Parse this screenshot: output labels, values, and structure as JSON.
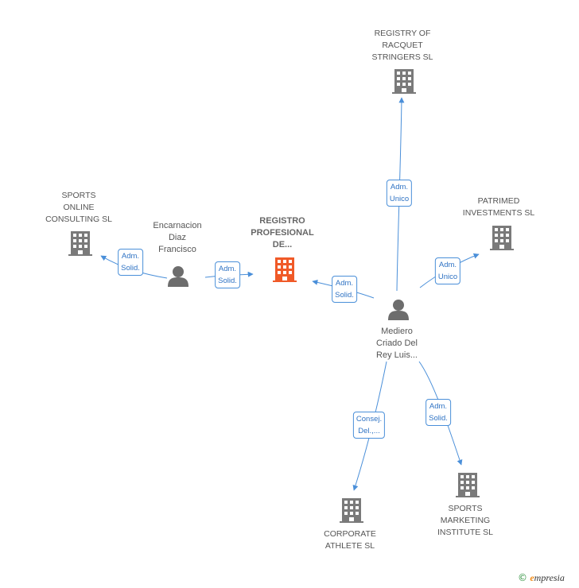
{
  "nodes": {
    "registry_racquet": {
      "label1": "REGISTRY OF",
      "label2": "RACQUET",
      "label3": "STRINGERS SL"
    },
    "patrimed": {
      "label1": "PATRIMED",
      "label2": "INVESTMENTS SL"
    },
    "sports_online": {
      "label1": "SPORTS",
      "label2": "ONLINE",
      "label3": "CONSULTING  SL"
    },
    "encarnacion": {
      "label1": "Encarnacion",
      "label2": "Diaz",
      "label3": "Francisco"
    },
    "registro": {
      "label1": "REGISTRO",
      "label2": "PROFESIONAL",
      "label3": "DE..."
    },
    "mediero": {
      "label1": "Mediero",
      "label2": "Criado Del",
      "label3": "Rey Luis..."
    },
    "corporate": {
      "label1": "CORPORATE",
      "label2": "ATHLETE SL"
    },
    "sports_marketing": {
      "label1": "SPORTS",
      "label2": "MARKETING",
      "label3": "INSTITUTE SL"
    }
  },
  "edges": {
    "to_racquet": {
      "line1": "Adm.",
      "line2": "Unico"
    },
    "to_patrimed": {
      "line1": "Adm.",
      "line2": "Unico"
    },
    "to_sports_online": {
      "line1": "Adm.",
      "line2": "Solid."
    },
    "encarnacion_to_registro": {
      "line1": "Adm.",
      "line2": "Solid."
    },
    "mediero_to_registro": {
      "line1": "Adm.",
      "line2": "Solid."
    },
    "to_corporate": {
      "line1": "Consej.",
      "line2": "Del.,..."
    },
    "to_sports_marketing": {
      "line1": "Adm.",
      "line2": "Solid."
    }
  },
  "footer": {
    "copyright": "©",
    "brand_first": "e",
    "brand_rest": "mpresia"
  },
  "colors": {
    "edge": "#4a8fd9",
    "company": "#7a7a7a",
    "focus": "#f05a28",
    "person": "#6d6d6d"
  }
}
